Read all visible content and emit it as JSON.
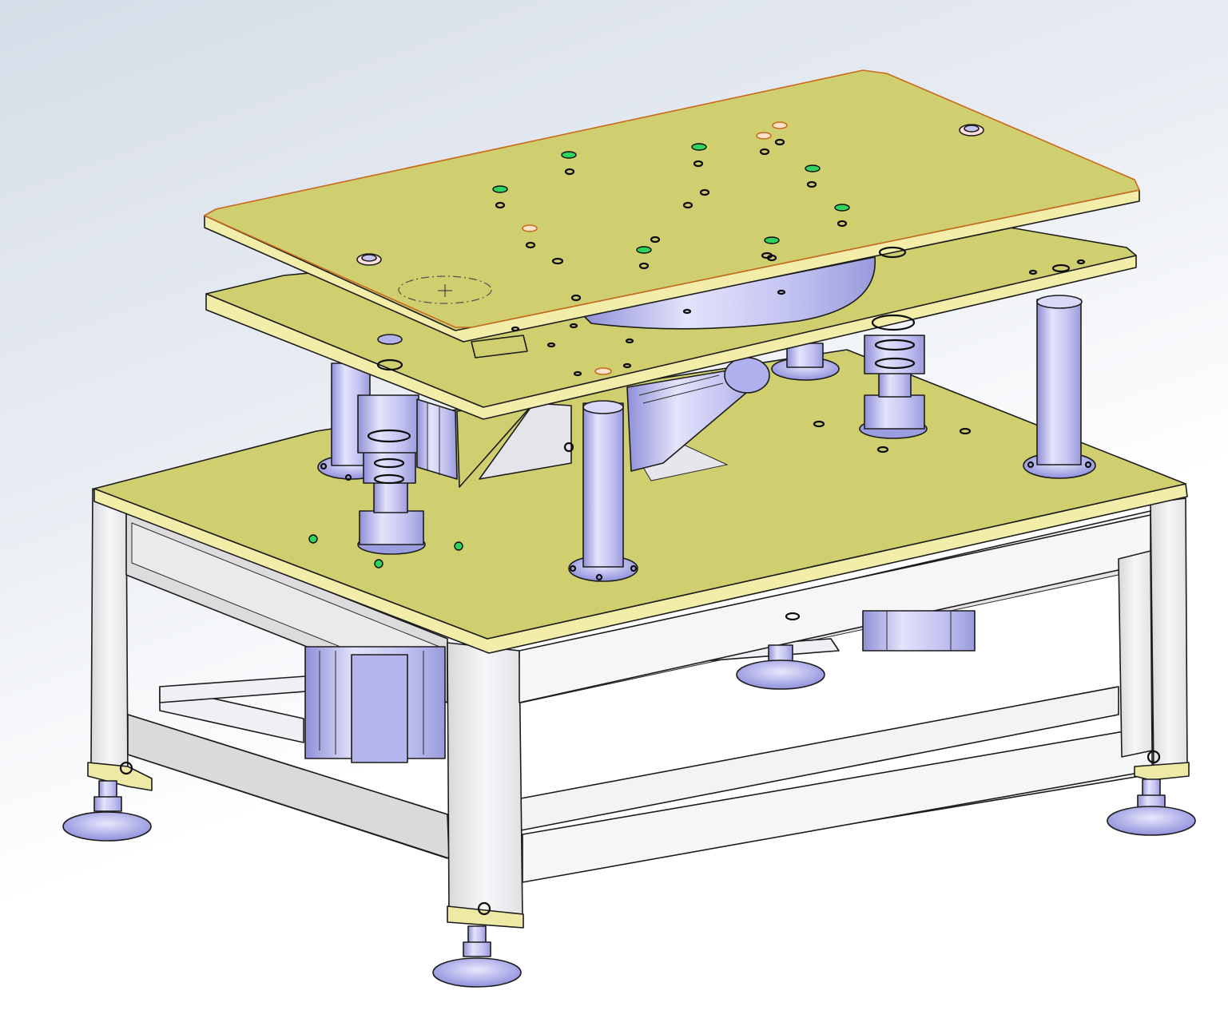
{
  "viewport": {
    "background_top_left": "#d6dde8",
    "background_bottom_right": "#ffffff"
  },
  "colors": {
    "plate": "#cfcf70",
    "plate_edge": "#f2eeaa",
    "frame": "#eeeef2",
    "frame_shadow": "#dcd9dc",
    "steel": "#c9c9f4",
    "steel_dark": "#9c9ce0",
    "hole_green": "#2fd35d",
    "hole_orange": "#c8691c",
    "outline": "#1c1c1c"
  },
  "scene": {
    "parts": [
      "base-frame",
      "base-plate",
      "middle-plate",
      "top-plate",
      "support-column",
      "guide-bushing",
      "leveling-foot",
      "motor",
      "rotary-table",
      "cylinder"
    ]
  }
}
